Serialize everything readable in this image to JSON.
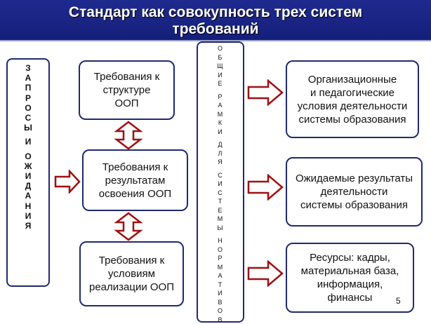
{
  "title": {
    "line1": "Стандарт как совокупность трех систем",
    "line2": "требований"
  },
  "left_column": {
    "letters": [
      "З",
      "А",
      "П",
      "Р",
      "О",
      "С",
      "Ы",
      "",
      "И",
      "",
      "О",
      "Ж",
      "И",
      "Д",
      "А",
      "Н",
      "И",
      "Я"
    ]
  },
  "middle_boxes": [
    {
      "lines": [
        "Требования к",
        "структуре",
        "ООП"
      ]
    },
    {
      "lines": [
        "Требования к",
        "результатам",
        "освоения ООП"
      ]
    },
    {
      "lines": [
        "Требования к",
        "условиям",
        "реализации ООП"
      ]
    }
  ],
  "center_column": {
    "letters": [
      "О",
      "Б",
      "Щ",
      "И",
      "Е",
      "",
      "Р",
      "А",
      "М",
      "К",
      "И",
      "",
      "Д",
      "Л",
      "Я",
      "",
      "С",
      "И",
      "С",
      "Т",
      "Е",
      "М",
      "Ы",
      "",
      "Н",
      "О",
      "Р",
      "М",
      "А",
      "Т",
      "И",
      "В",
      "О",
      "В"
    ]
  },
  "right_boxes": [
    {
      "lines": [
        "Организационные",
        "и педагогические",
        "условия деятельности",
        "системы образования"
      ]
    },
    {
      "lines": [
        "Ожидаемые результаты",
        "деятельности",
        "системы образования"
      ]
    },
    {
      "lines": [
        "Ресурсы: кадры,",
        "материальная база,",
        "информация,",
        "финансы"
      ]
    }
  ],
  "page_number": "5",
  "colors": {
    "header_bg": "#1f2a8f",
    "arrow_stroke": "#a01010",
    "box_border": "#1f2a6e"
  }
}
